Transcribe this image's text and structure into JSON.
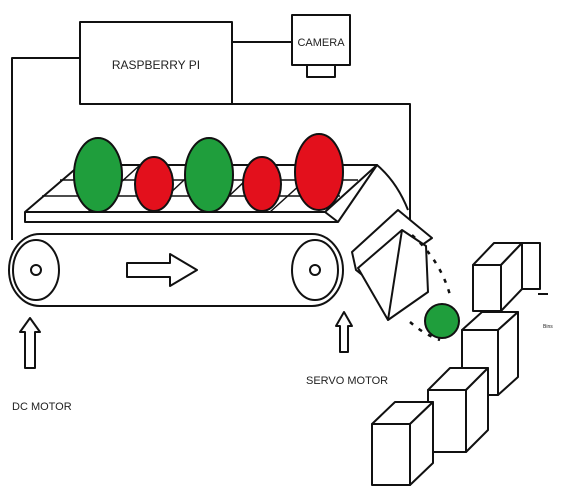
{
  "labels": {
    "raspberry_pi": "RASPBERRY PI",
    "camera": "CAMERA",
    "dc_motor": "DC MOTOR",
    "servo_motor": "SERVO MOTOR",
    "small_label": "Bins"
  },
  "colors": {
    "green": "#1f9e3c",
    "red": "#e3101c",
    "outline": "#111111",
    "background": "#ffffff"
  },
  "balls_on_belt": [
    "green",
    "red",
    "green",
    "red",
    "red"
  ],
  "sorted_ball": "green",
  "bin_count": 4,
  "icons": {
    "motion": "arrow-right-icon",
    "motor_indicator": "arrow-up-icon"
  }
}
